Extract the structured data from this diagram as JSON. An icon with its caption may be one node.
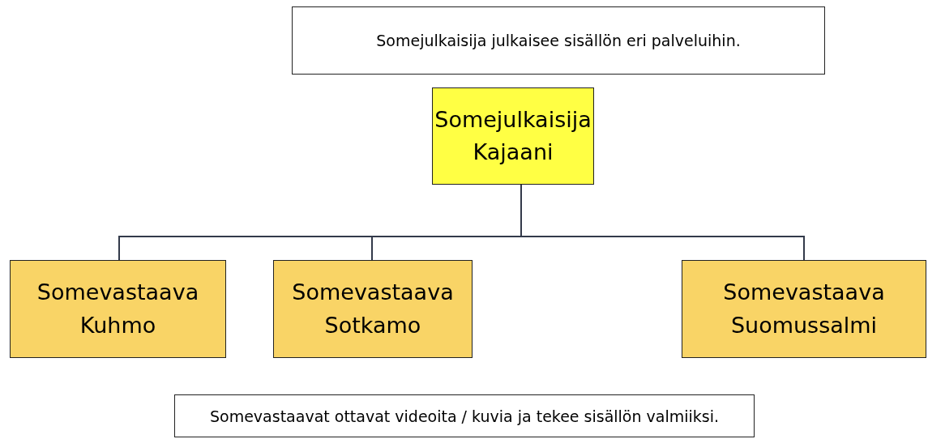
{
  "diagram": {
    "nodes": [
      {
        "text": [
          "Somejulkaisija julkaisee sisällön eri palveluihin."
        ]
      },
      {
        "text": [
          "Somejulkaisija Kajaani"
        ]
      },
      {
        "text": [
          "Somevastaava Kuhmo"
        ]
      },
      {
        "text": [
          "Somevastaava Sotkamo"
        ]
      },
      {
        "text": [
          "Somevastaava Suomussalmi"
        ]
      },
      {
        "text": [
          "Somevastaavat ottavat videoita / kuvia ja tekee sisällön valmiiksi."
        ]
      }
    ],
    "edges": [
      {
        "from": 1,
        "to": 2,
        "arrow": "none"
      },
      {
        "from": 1,
        "to": 3,
        "arrow": "none"
      },
      {
        "from": 1,
        "to": 4,
        "arrow": "none"
      }
    ]
  }
}
